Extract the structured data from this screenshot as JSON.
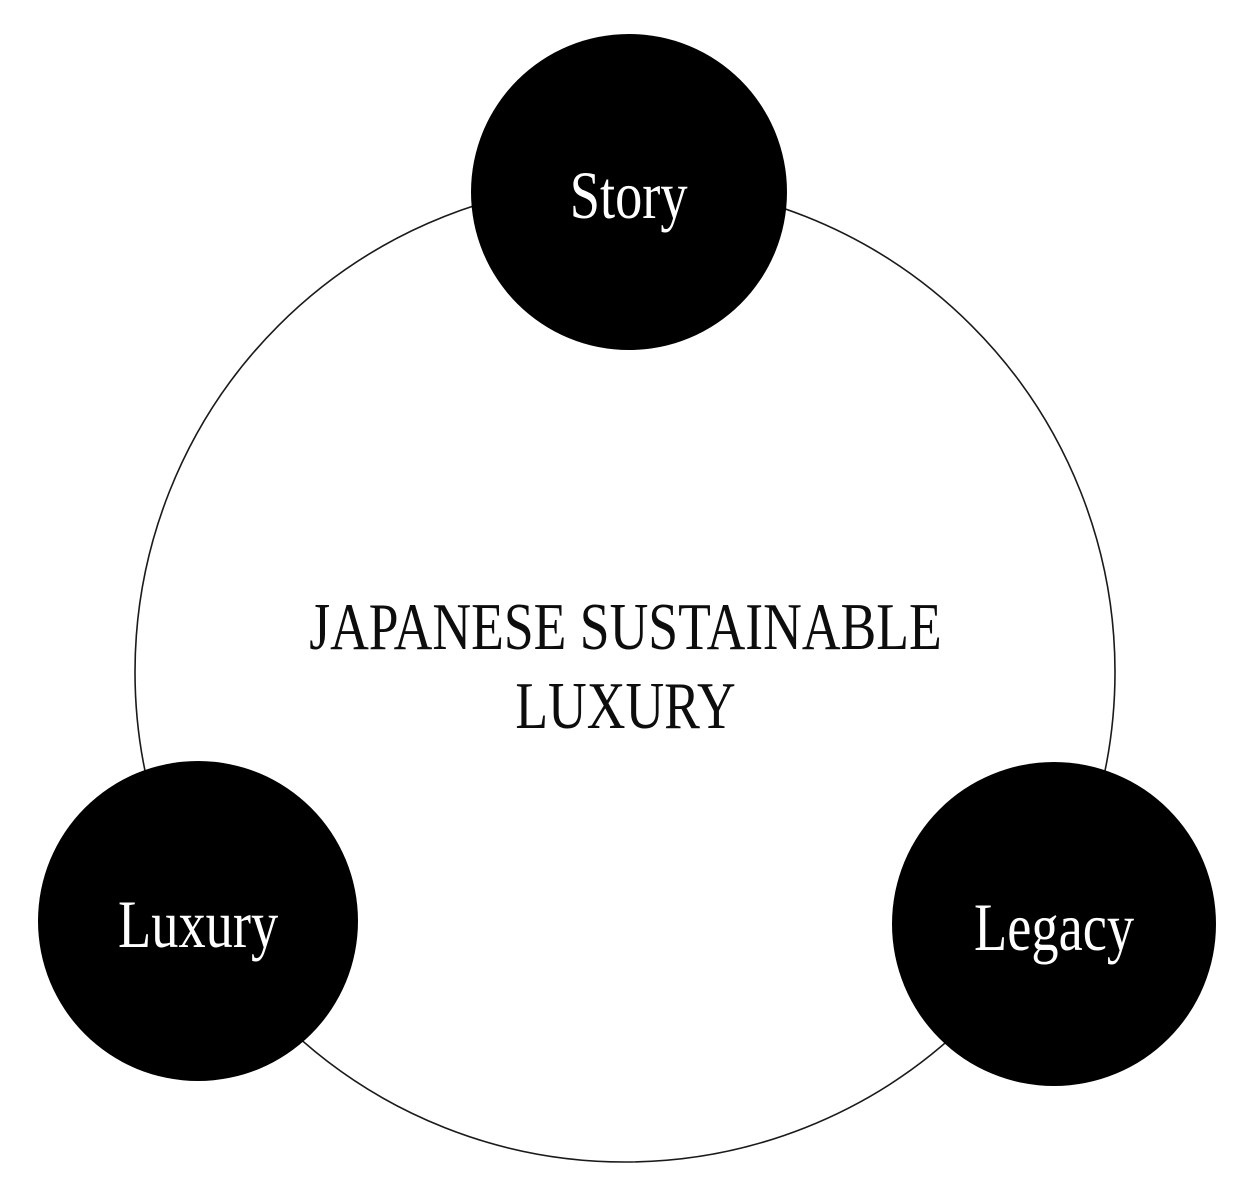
{
  "diagram": {
    "title_line1": "JAPANESE SUSTAINABLE",
    "title_line2": "LUXURY",
    "nodes": [
      {
        "id": "story",
        "label": "Story"
      },
      {
        "id": "luxury",
        "label": "Luxury"
      },
      {
        "id": "legacy",
        "label": "Legacy"
      }
    ],
    "colors": {
      "background": "#ffffff",
      "node_fill": "#000000",
      "node_text": "#ffffff",
      "ring_stroke": "#1a1a1a",
      "title_text": "#0d0d0d"
    }
  }
}
